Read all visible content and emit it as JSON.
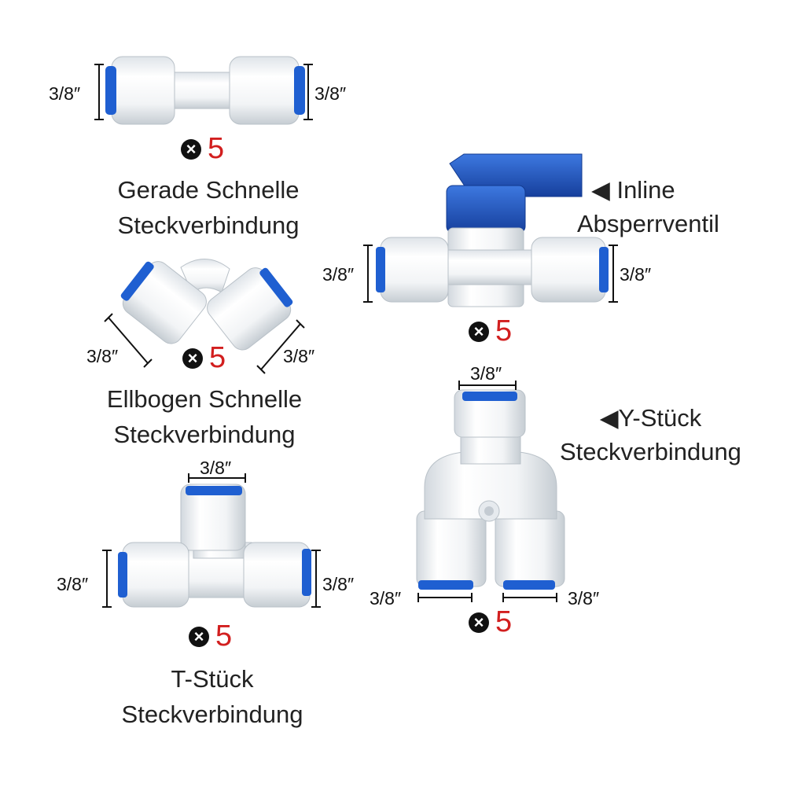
{
  "colors": {
    "fitting_body": "#f4f6f8",
    "fitting_shade": "#c9d0d6",
    "collet_blue": "#1f5fd1",
    "valve_handle": "#1f4fb8",
    "quantity_red": "#d21f1f"
  },
  "icons": {
    "quantity_marker": "x-circle-icon",
    "pointer": "left-triangle-icon"
  },
  "straight": {
    "size_left": "3/8″",
    "size_right": "3/8″",
    "qty_symbol": "⊗",
    "qty": "5",
    "caption_line1": "Gerade Schnelle",
    "caption_line2": "Steckverbindung"
  },
  "valve": {
    "label_line1": "◀ Inline",
    "label_line2": "Absperrventil",
    "size_left": "3/8″",
    "size_right": "3/8″",
    "qty_symbol": "⊗",
    "qty": "5"
  },
  "elbow": {
    "size_left": "3/8″",
    "size_right": "3/8″",
    "qty_symbol": "⊗",
    "qty": "5",
    "caption_line1": "Ellbogen Schnelle",
    "caption_line2": "Steckverbindung"
  },
  "ypiece": {
    "label_line1": "◀Y-Stück",
    "label_line2": "Steckverbindung",
    "size_top": "3/8″",
    "size_left": "3/8″",
    "size_right": "3/8″",
    "qty_symbol": "⊗",
    "qty": "5"
  },
  "tee": {
    "size_top": "3/8″",
    "size_left": "3/8″",
    "size_right": "3/8″",
    "qty_symbol": "⊗",
    "qty": "5",
    "caption_line1": "T-Stück",
    "caption_line2": "Steckverbindung"
  }
}
